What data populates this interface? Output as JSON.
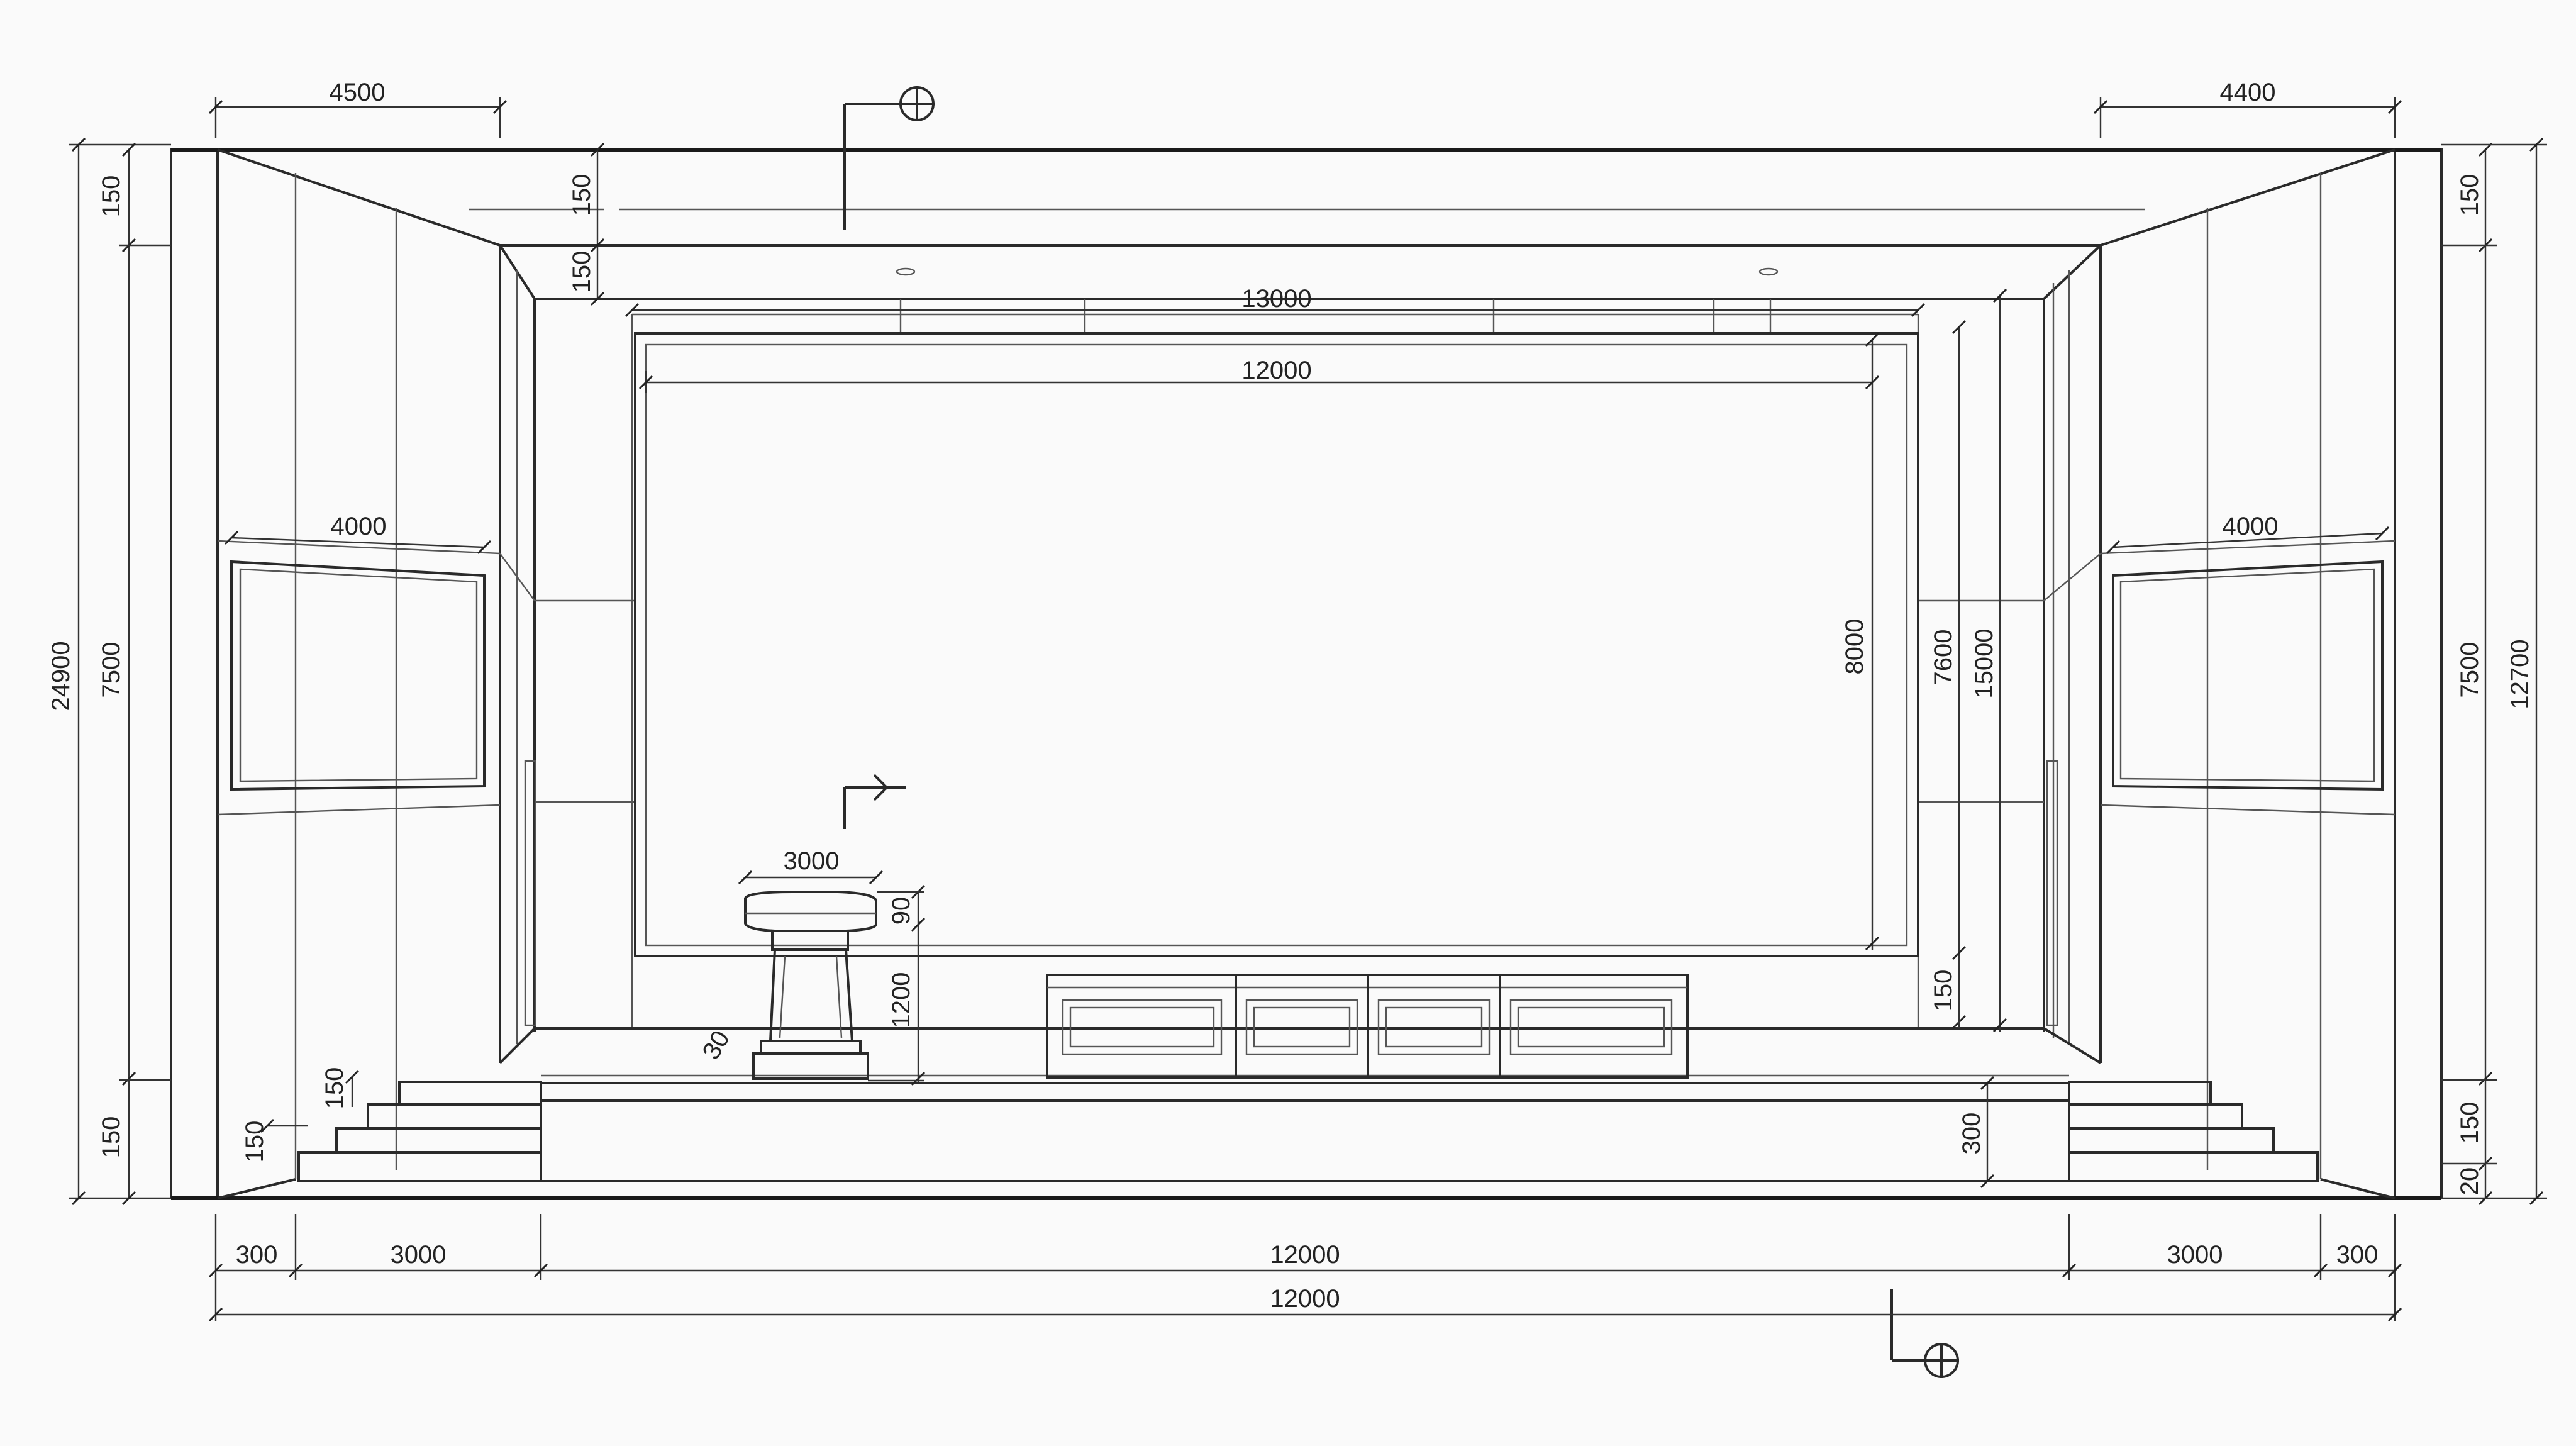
{
  "dimensions": {
    "top_left": "4500",
    "top_right": "4400",
    "top_150_a": "150",
    "top_150_b": "150",
    "inner_13000": "13000",
    "screen_12000": "12000",
    "left_panel": "4000",
    "right_panel": "4000",
    "screen_height": "8000",
    "right_7600": "7600",
    "right_15000": "15000",
    "right_150_small": "150",
    "podium_width": "3000",
    "podium_top": "90",
    "podium_height": "1200",
    "podium_base": "30",
    "step_150": "150",
    "step_150_b": "150",
    "stage_300": "300",
    "left_total": "24900",
    "left_7500": "7500",
    "left_150_top": "150",
    "left_150_bottom": "150",
    "right_12700": "12700",
    "right_7500": "7500",
    "right_150_top": "150",
    "right_150_bottom": "150",
    "right_20": "20",
    "bottom_300_l": "300",
    "bottom_3000_l": "3000",
    "bottom_12000": "12000",
    "bottom_3000_r": "3000",
    "bottom_300_r": "300",
    "bottom_total": "12000"
  }
}
